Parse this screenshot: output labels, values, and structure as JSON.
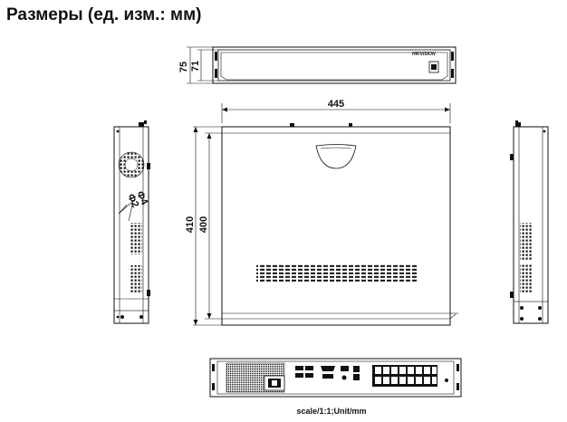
{
  "page": {
    "title": "Размеры (ед. изм.: мм)"
  },
  "views": {
    "front": {
      "brand": "HIKVISION",
      "dims": {
        "outer_height": "75",
        "panel_height": "71"
      }
    },
    "top": {
      "dims": {
        "width": "445",
        "depth_outer": "410",
        "depth_inner": "400"
      }
    },
    "side_left": {
      "holes": {
        "large": "Φ4",
        "small": "Φ2"
      }
    },
    "rear": {
      "caption": "scale/1:1;Unit/mm"
    }
  }
}
